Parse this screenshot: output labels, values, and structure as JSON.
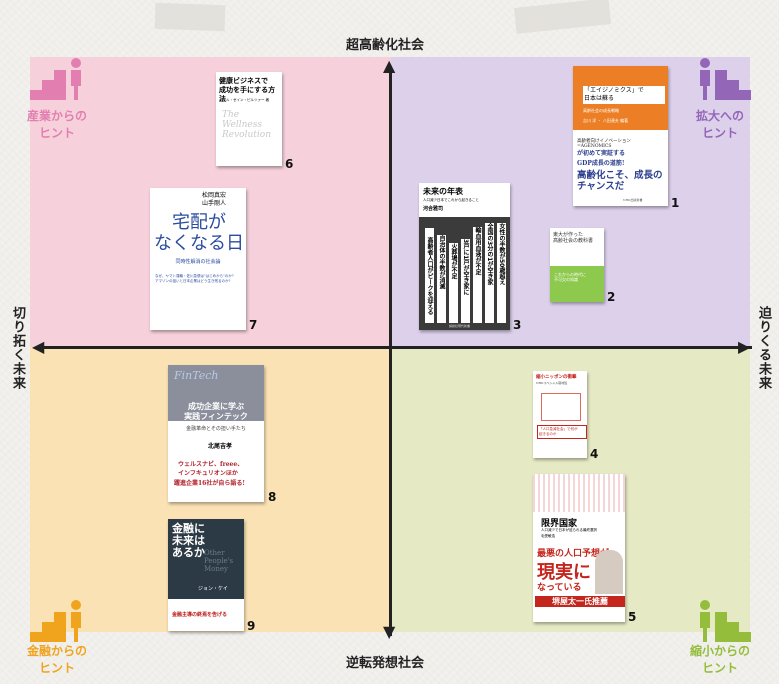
{
  "axes": {
    "top": "超高齢化社会",
    "bottom": "逆転発想社会",
    "left": "切り拓く未来",
    "right": "迫りくる未来"
  },
  "hints": {
    "top_left": {
      "line1": "産業からの",
      "line2": "ヒント",
      "color": "#e37fb0"
    },
    "top_right": {
      "line1": "拡大への",
      "line2": "ヒント",
      "color": "#9466b8"
    },
    "bottom_left": {
      "line1": "金融からの",
      "line2": "ヒント",
      "color": "#f0a41e"
    },
    "bottom_right": {
      "line1": "縮小からの",
      "line2": "ヒント",
      "color": "#93bd3a"
    }
  },
  "books": {
    "b1": {
      "number": "1",
      "top_title": "「エイジノミクス」で\n日本は蘇る",
      "sub": "高齢社会の成長戦略",
      "author": "吉川 洋 ・ 八田達夫 編著",
      "mid1": "高齢者向けイノベーション=AGENOMICS",
      "mid2": "が初めて実証する",
      "mid3": "GDP成長の道筋!",
      "big": "高齢化こそ、成長のチャンスだ",
      "publisher": "NHK出版新書"
    },
    "b2": {
      "number": "2",
      "title": "東大が作った\n高齢社会の教科書",
      "sub": "これからの時代に\n不可欠の知識"
    },
    "b3": {
      "number": "3",
      "title": "未来の年表",
      "sub": "人口減少日本でこれから起きること",
      "author": "河合雅司",
      "bar1": "高齢者人口がピークを迎える",
      "bar2": "自治体の半数が消滅",
      "bar3": "火葬場が不足",
      "bar4": "3戸に1戸が空き家に",
      "bar5": "輸血用血液が不足",
      "bar6": "全国の3分の1が空き家",
      "bar7": "女性の半数が50歳超え",
      "publisher": "講談社現代新書"
    },
    "b4": {
      "number": "4",
      "title": "縮小ニッポンの衝撃",
      "sub": "NHKスペシャル取材班",
      "text": "「人口急減社会」で何が\n起きるのか"
    },
    "b5": {
      "number": "5",
      "title": "限界国家",
      "sub": "人口減少で日本が迫られる最終選択",
      "author": "毛受敏浩",
      "big1": "最悪の人口予想が",
      "big2": "現実に",
      "big3": "なっている",
      "rec": "堺屋太一氏推薦"
    },
    "b6": {
      "number": "6",
      "title": "健康ビジネスで\n成功を手にする方法",
      "author": "ポール・ゼイン・ピルツァー 著",
      "eng": "The\nWellness\nRevolution"
    },
    "b7": {
      "number": "7",
      "author": "松岡真宏\n山手剛人",
      "title": "宅配が\nなくなる日",
      "sub": "同時性解消の社会論",
      "desc": "なぜ、ヤマト運輸・佐川急便は\"はじめから\"のか?\nアマゾンの狙いと日本企業はどう生き残るのか?"
    },
    "b8": {
      "number": "8",
      "eng": "FinTech",
      "title1": "成功企業に学ぶ",
      "title2": "実践フィンテック",
      "sub": "金融革命とその担い手たち",
      "author": "北尾吉孝",
      "desc1": "ウェルスナビ、freee、",
      "desc2": "インフキュリオンほか",
      "desc3": "躍進企業16社が自ら語る!"
    },
    "b9": {
      "number": "9",
      "title": "金融に\n未来は\nあるか",
      "eng": "Other\nPeople's\nMoney",
      "author": "ジョン・ケイ",
      "red": "金融主導の終焉を告げる"
    }
  },
  "colors": {
    "q_tl": "#f6d1dc",
    "q_tr": "#dcd0ea",
    "q_bl": "#fae2b5",
    "q_br": "#e6eac4"
  }
}
